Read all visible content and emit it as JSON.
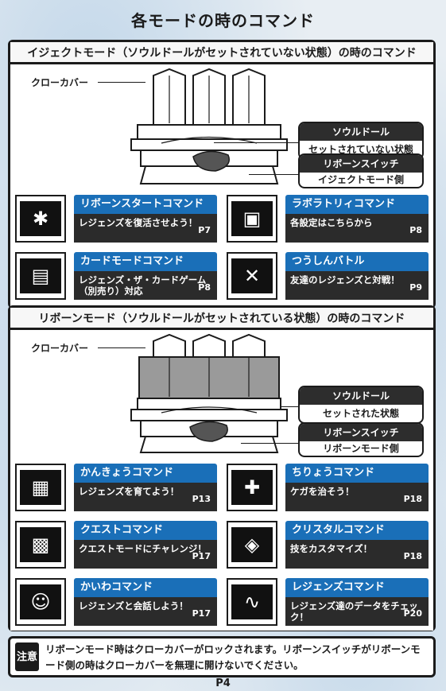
{
  "title": "各モードの時のコマンド",
  "section_eject": {
    "title": "イジェクトモード（ソウルドールがセットされていない状態）の時のコマンド",
    "cover_label": "クローカバー",
    "soul_doll": {
      "head": "ソウルドール",
      "body": "セットされていない状態"
    },
    "reborn_switch": {
      "head": "リボーンスイッチ",
      "body": "イジェクトモード側"
    },
    "commands": [
      {
        "name": "リボーンスタートコマンド",
        "desc": "レジェンズを復活させよう！",
        "page": "P7",
        "icon": "bug-icon"
      },
      {
        "name": "ラボラトリィコマンド",
        "desc": "各設定はこちらから",
        "page": "P8",
        "icon": "monitor-icon"
      },
      {
        "name": "カードモードコマンド",
        "desc": "レジェンズ・ザ・カードゲーム（別売り）対応",
        "page": "P8",
        "icon": "card-icon"
      },
      {
        "name": "つうしんバトル",
        "desc": "友達のレジェンズと対戦！",
        "page": "P9",
        "icon": "battle-icon"
      }
    ]
  },
  "section_reborn": {
    "title": "リボーンモード（ソウルドールがセットされている状態）の時のコマンド",
    "cover_label": "クローカバー",
    "soul_doll": {
      "head": "ソウルドール",
      "body": "セットされた状態"
    },
    "reborn_switch": {
      "head": "リボーンスイッチ",
      "body": "リボーンモード側"
    },
    "commands": [
      {
        "name": "かんきょうコマンド",
        "desc": "レジェンズを育てよう！",
        "page": "P13",
        "icon": "environment-icon"
      },
      {
        "name": "ちりょうコマンド",
        "desc": "ケガを治そう！",
        "page": "P18",
        "icon": "medical-icon"
      },
      {
        "name": "クエストコマンド",
        "desc": "クエストモードにチャレンジ！",
        "page": "P17",
        "icon": "quest-icon"
      },
      {
        "name": "クリスタルコマンド",
        "desc": "技をカスタマイズ！",
        "page": "P18",
        "icon": "crystal-icon"
      },
      {
        "name": "かいわコマンド",
        "desc": "レジェンズと会話しよう！",
        "page": "P17",
        "icon": "face-icon"
      },
      {
        "name": "レジェンズコマンド",
        "desc": "レジェンズ達のデータをチェック！",
        "page": "P20",
        "icon": "wave-icon"
      }
    ]
  },
  "note": {
    "badge": "注意",
    "text": "リボーンモード時はクローカバーがロックされます。リボーンスイッチがリボーンモード側の時はクローカバーを無理に開けないでください。"
  },
  "page_number": "P4",
  "colors": {
    "command_bar": "#1a6fb8",
    "desc_bg": "#2b2b2b",
    "callout_head": "#2d2d2d"
  }
}
